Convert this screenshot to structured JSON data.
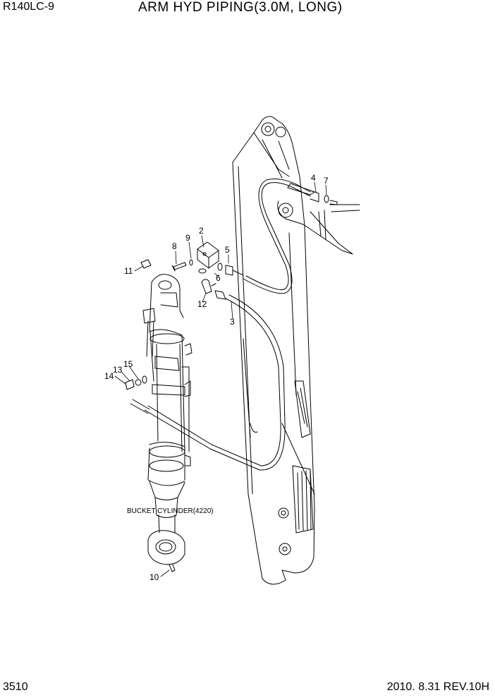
{
  "header": {
    "model": "R140LC-9",
    "title": "ARM HYD PIPING(3.0M, LONG)"
  },
  "footer": {
    "page_number": "3510",
    "revision": "2010. 8.31  REV.10H"
  },
  "callouts": {
    "c1": "2",
    "c2": "4",
    "c3": "7",
    "c4": "8",
    "c5": "9",
    "c6": "5",
    "c7": "6",
    "c8": "11",
    "c9": "12",
    "c10": "3",
    "c11": "15",
    "c12": "13",
    "c13": "14",
    "c14": "10"
  },
  "labels": {
    "cylinder": "BUCKET CYLINDER(4220)"
  }
}
